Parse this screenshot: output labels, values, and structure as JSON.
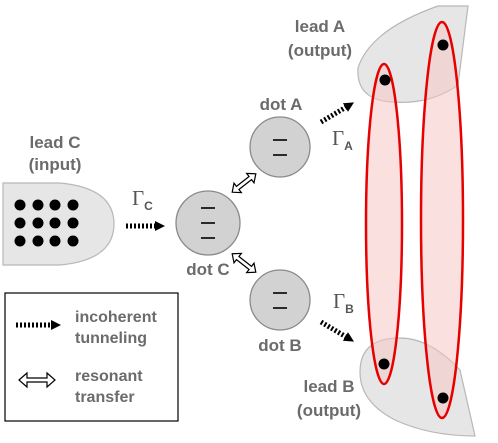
{
  "colors": {
    "lead_fill": "#e6e6e6",
    "lead_stroke": "#b8b8b8",
    "dot_fill": "#d2d2d2",
    "dot_stroke": "#8a8a8a",
    "highlight_stroke": "#e60000",
    "highlight_fill": "#f7c6c6",
    "text": "#6b6b6b"
  },
  "leads": {
    "a": {
      "name": "lead A",
      "role": "(output)"
    },
    "b": {
      "name": "lead B",
      "role": "(output)"
    },
    "c": {
      "name": "lead C",
      "role": "(input)"
    }
  },
  "dots": {
    "a": {
      "label": "dot A",
      "levels": 2
    },
    "b": {
      "label": "dot B",
      "levels": 2
    },
    "c": {
      "label": "dot C",
      "levels": 3
    }
  },
  "rates": {
    "c": {
      "symbol": "Γ",
      "subscript": "C"
    },
    "a": {
      "symbol": "Γ",
      "subscript": "A"
    },
    "b": {
      "symbol": "Γ",
      "subscript": "B"
    }
  },
  "legend": {
    "incoherent": {
      "line1": "incoherent",
      "line2": "tunneling"
    },
    "resonant": {
      "line1": "resonant",
      "line2": "transfer"
    }
  }
}
